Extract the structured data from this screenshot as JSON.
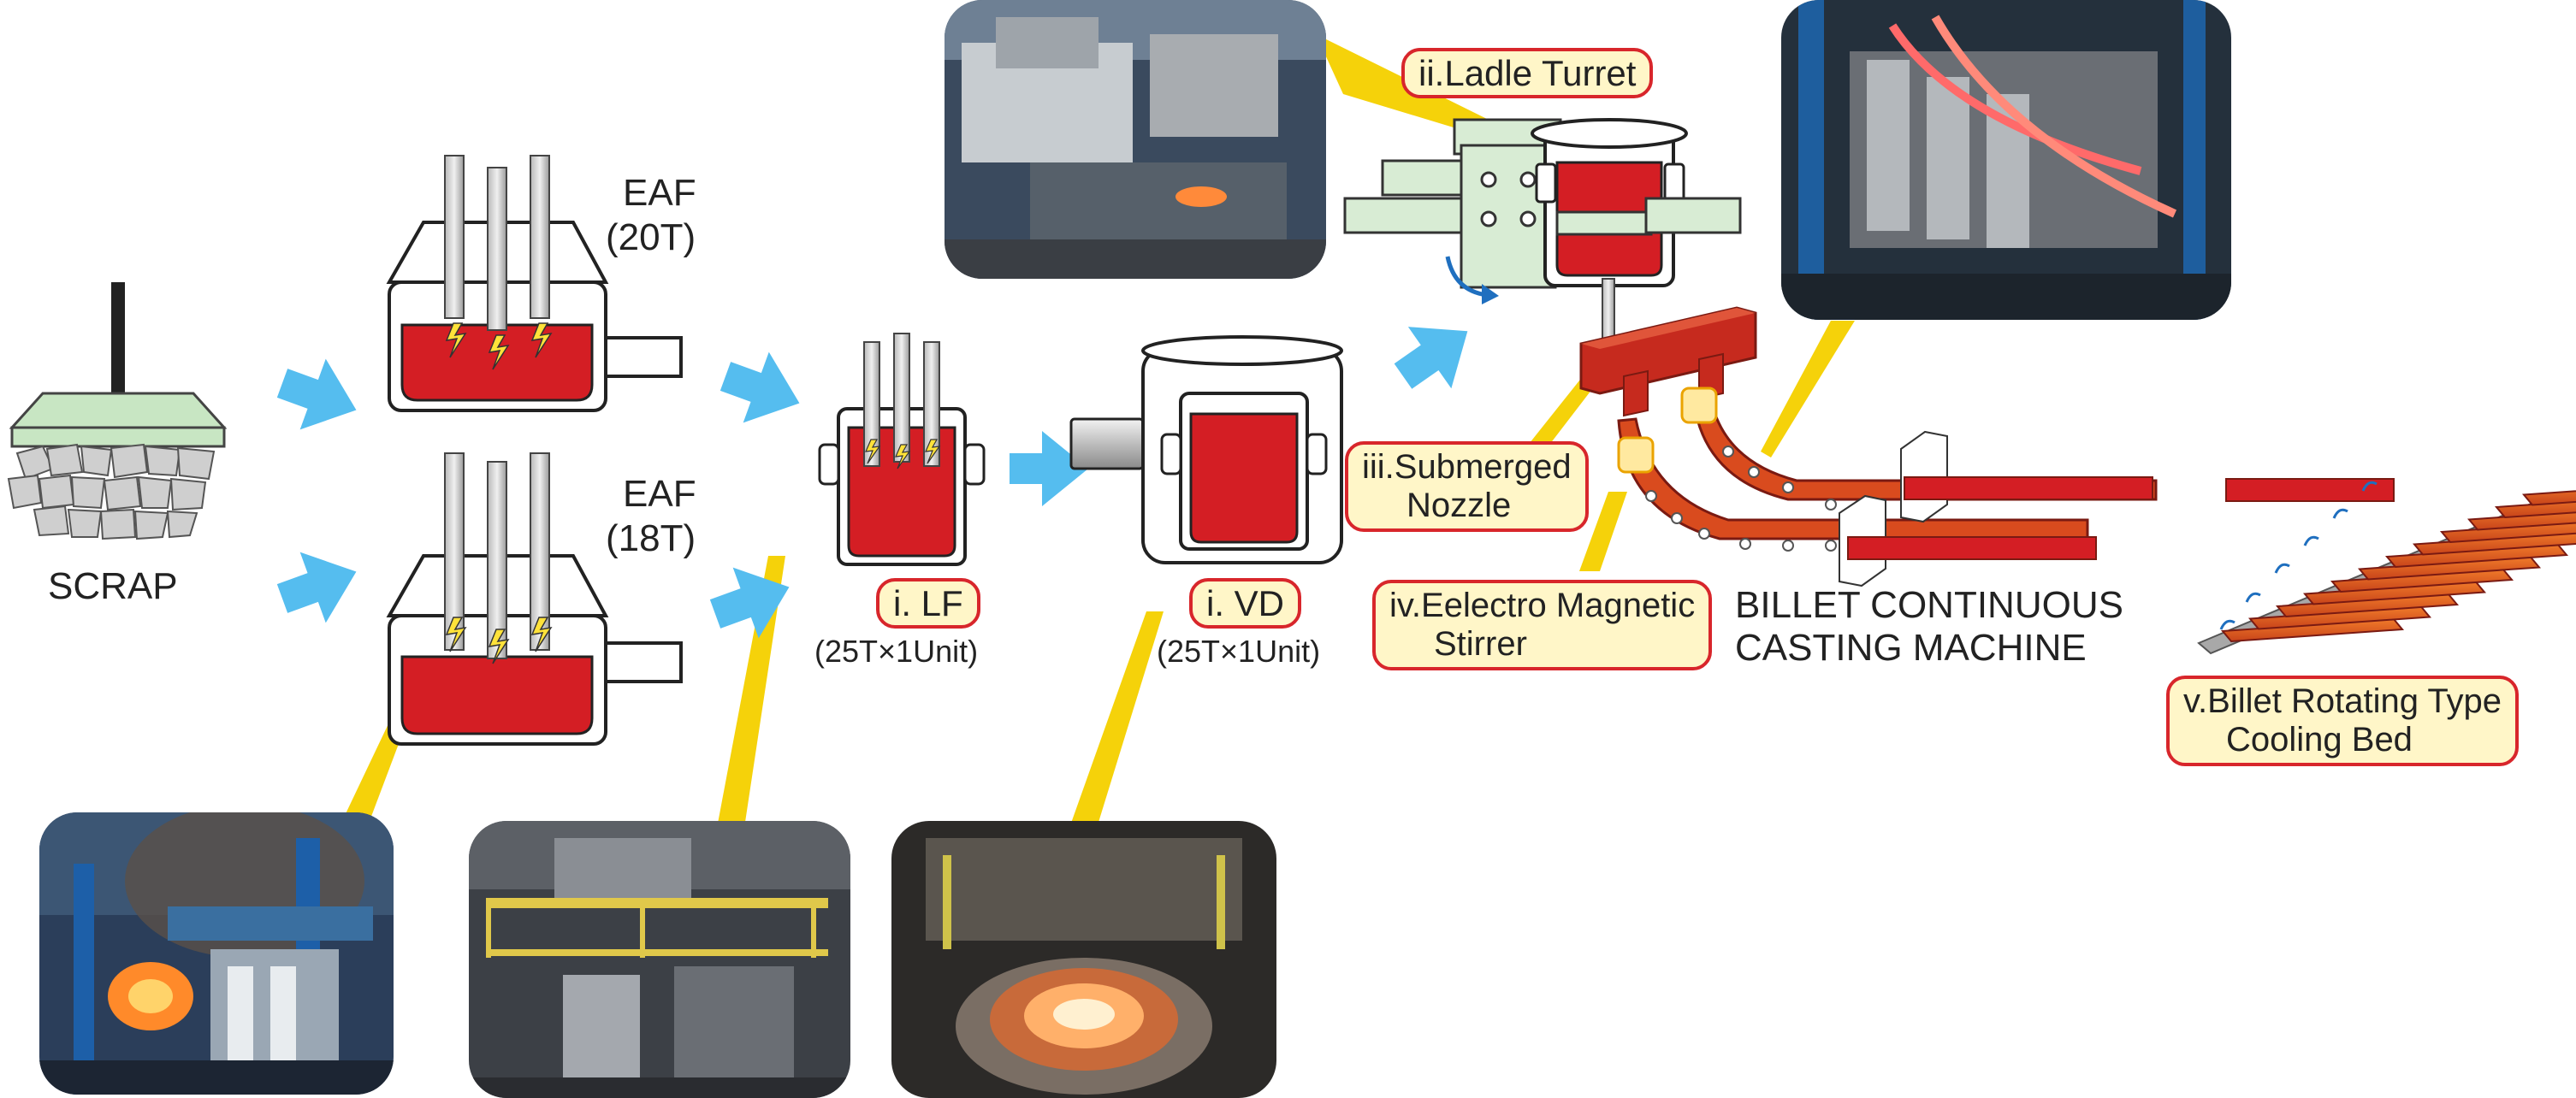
{
  "labels": {
    "scrap": "SCRAP",
    "eaf1": {
      "name": "EAF",
      "capacity": "(20T)"
    },
    "eaf2": {
      "name": "EAF",
      "capacity": "(18T)"
    },
    "lf": {
      "name": "i. LF",
      "capacity": "(25T×1Unit)"
    },
    "vd": {
      "name": "i. VD",
      "capacity": "(25T×1Unit)"
    },
    "ladle_turret": "ii.Ladle Turret",
    "submerged_nozzle": {
      "line1": "iii.Submerged",
      "line2": "Nozzle"
    },
    "stirrer": {
      "line1": "iv.Eelectro Magnetic",
      "line2": "Stirrer"
    },
    "ccm": {
      "line1": "BILLET CONTINUOUS",
      "line2": "CASTING MACHINE"
    },
    "cooling_bed": {
      "line1": "v.Billet Rotating Type",
      "line2": "Cooling Bed"
    }
  },
  "colors": {
    "arrow": "#55bdef",
    "molten_steel": "#d41e24",
    "billet": "#d94b1e",
    "callout_pointer": "#f5d20a",
    "tag_fill": "#fff6c8",
    "tag_border": "#d8262b",
    "turret": "#d8ecd4"
  },
  "photos": [
    {
      "name": "eaf-photo",
      "subject": "electric arc furnace"
    },
    {
      "name": "lf-photo",
      "subject": "ladle furnace"
    },
    {
      "name": "vd-photo",
      "subject": "vacuum degasser"
    },
    {
      "name": "ladle-turret-photo",
      "subject": "ladle turret"
    },
    {
      "name": "ccm-photo",
      "subject": "billet caster"
    }
  ]
}
